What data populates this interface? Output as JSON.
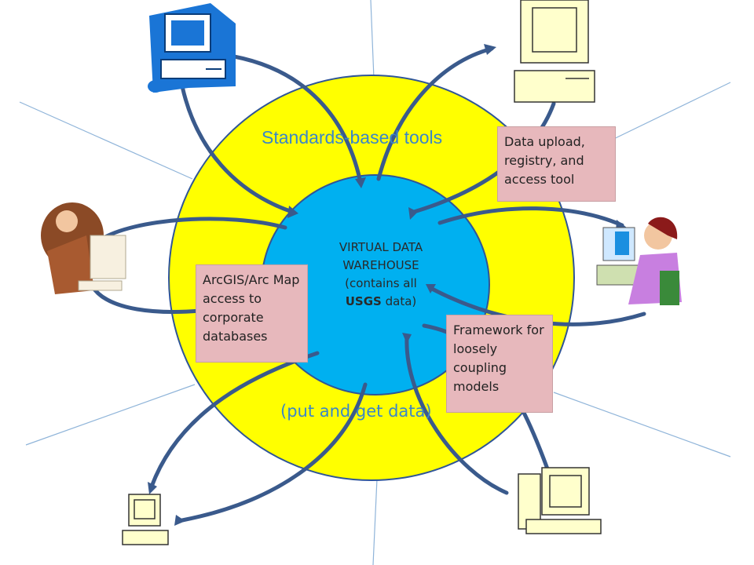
{
  "ring_title": "Standards-based tools",
  "ring_subtitle": "(put and get data)",
  "core": {
    "line1": "VIRTUAL DATA",
    "line2": "WAREHOUSE",
    "line3": "(contains all",
    "line4_bold": "USGS",
    "line4_rest": " data)"
  },
  "callouts": {
    "upload": "Data upload, registry, and access tool",
    "arcgis": "ArcGIS/Arc Map access to corporate databases",
    "framework": "Framework for loosely coupling models"
  },
  "colors": {
    "outer_ring": "#ffff00",
    "core": "#00b0f0",
    "arrow": "#3a5a8c",
    "callout": "#e7b8bc",
    "spoke": "#8fb4d9",
    "ring_text": "#3a86c8"
  },
  "icons": {
    "top_left": "blue-desktop-computer-icon",
    "top_right": "desktop-computer-icon",
    "left": "man-at-computer-icon",
    "right": "woman-at-computer-icon",
    "bottom_left": "small-computer-icon",
    "bottom_right": "tower-computer-icon"
  }
}
